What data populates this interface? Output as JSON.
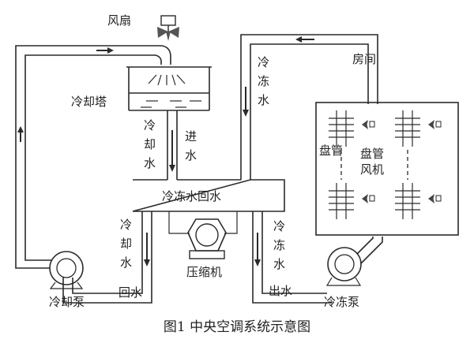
{
  "labels": {
    "fan": "风扇",
    "room": "房间",
    "cooling_tower": "冷却塔",
    "chilled_water_left": [
      "冷",
      "冻",
      "水"
    ],
    "cooling_water_inlet_col1": [
      "冷",
      "却",
      "水"
    ],
    "cooling_water_inlet_col2": [
      "进",
      "水"
    ],
    "coil": "盘管",
    "fan_coil": [
      "盘管",
      "风机"
    ],
    "chilled_return": "冷冻水回水",
    "cooling_water_return_col": [
      "冷",
      "却",
      "水"
    ],
    "cooling_return_text": "回水",
    "chilled_supply_col": [
      "冷",
      "冻",
      "水"
    ],
    "chilled_supply_text": "出水",
    "compressor": "压缩机",
    "cooling_pump": "冷却泵",
    "chilled_pump": "冷冻泵"
  },
  "caption": "图1  中央空调系统示意图"
}
